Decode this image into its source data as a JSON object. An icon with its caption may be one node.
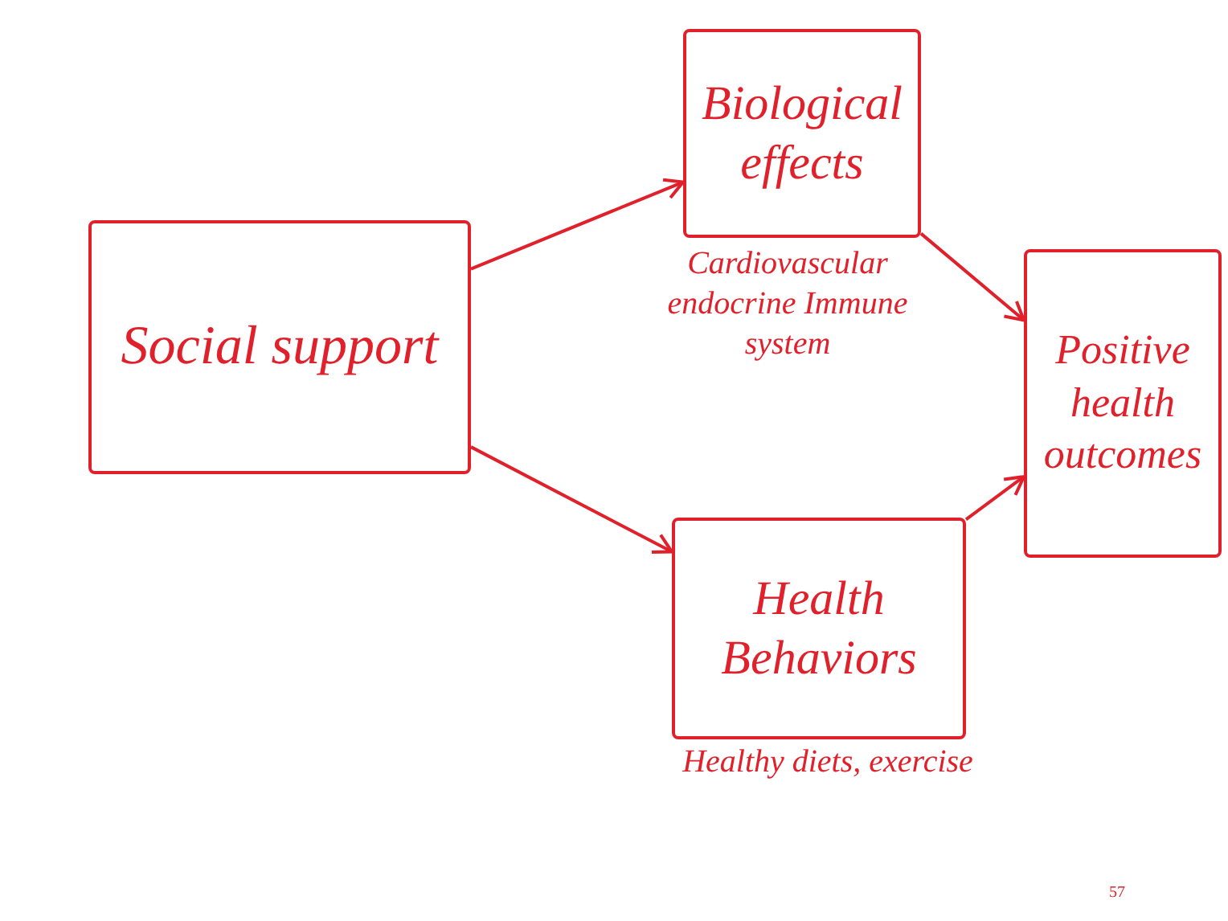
{
  "diagram": {
    "nodes": [
      {
        "text": [
          "Social support"
        ]
      },
      {
        "text": [
          "Biological effects"
        ],
        "beside": [
          "Cardiovascular endocrine Immune system"
        ]
      },
      {
        "text": [
          "Positive health outcomes"
        ]
      },
      {
        "text": [
          "Health Behaviors"
        ],
        "beside": [
          "Healthy diets, exercise"
        ]
      }
    ],
    "edges": [
      {
        "from": 0,
        "to": 1,
        "arrow": "to"
      },
      {
        "from": 1,
        "to": 2,
        "arrow": "to"
      },
      {
        "from": 0,
        "to": 3,
        "arrow": "to"
      },
      {
        "from": 3,
        "to": 2,
        "arrow": "to"
      }
    ],
    "labels": [
      "57"
    ]
  }
}
